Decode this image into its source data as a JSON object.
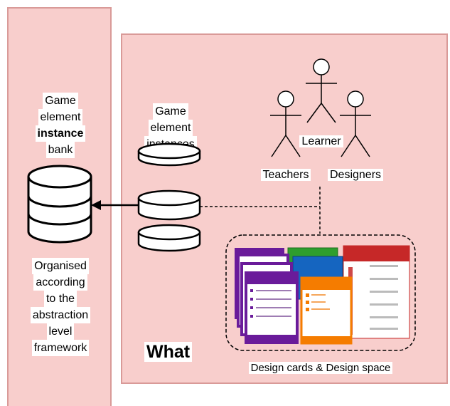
{
  "left_panel": {
    "db_label": [
      "Game",
      "element",
      "instance",
      "bank"
    ],
    "note": [
      "Organised",
      "according",
      "to the",
      "abstraction",
      "level",
      "framework"
    ]
  },
  "instances": {
    "label": [
      "Game",
      "element",
      "instances"
    ]
  },
  "actors": {
    "learner": "Learner",
    "teachers": "Teachers",
    "designers": "Designers"
  },
  "what_label": "What",
  "cards_caption": "Design cards & Design space",
  "colors": {
    "panel_fill": "#f8cecc",
    "panel_border": "#d99a98",
    "card_purple": "#6a1b9a",
    "card_green": "#2e9e2e",
    "card_blue": "#1565c0",
    "card_orange": "#f57c00",
    "card_red": "#c62828"
  }
}
